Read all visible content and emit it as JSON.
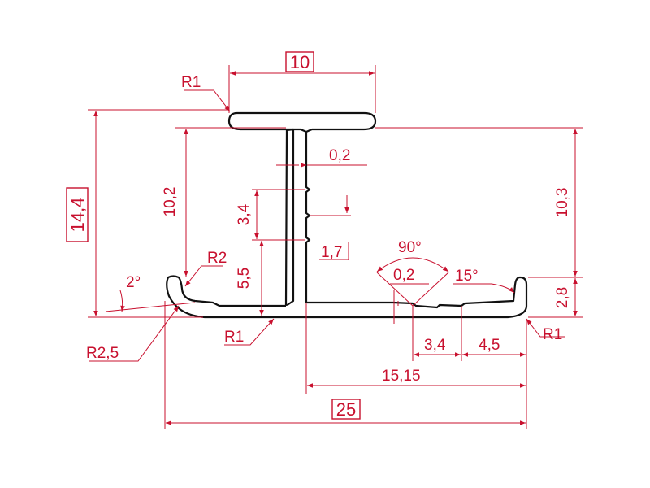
{
  "colors": {
    "dimension": "#c8102e",
    "profile": "#111111",
    "background": "#ffffff"
  },
  "dimensions": {
    "top_width": "10",
    "top_radius": "R1",
    "total_height": "14,4",
    "left_web_height": "10,2",
    "slot_gap": "0,2",
    "slot_pitch": "3,4",
    "slot_depth": "1,7",
    "lower_height": "5,5",
    "left_lip_radius": "R2",
    "left_angle": "2°",
    "left_outer_radius": "R2,5",
    "bottom_left_radius": "R1",
    "right_height": "10,3",
    "groove_angle": "90°",
    "groove_gap": "0,2",
    "lip_angle": "15°",
    "lip_height": "2,8",
    "bottom_right_radius": "R1",
    "groove_spacing": "3,4",
    "groove_to_end": "4,5",
    "right_width": "15,15",
    "total_width": "25"
  }
}
